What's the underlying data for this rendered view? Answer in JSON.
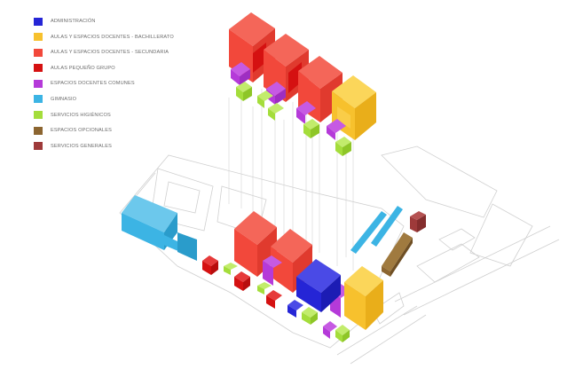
{
  "legend": [
    {
      "label": "ADMINISTRACIÓN",
      "color": "#2525d6"
    },
    {
      "label": "AULAS Y ESPACIOS DOCENTES - BACHILLERATO",
      "color": "#f7c12d"
    },
    {
      "label": "AULAS Y ESPACIOS DOCENTES - SECUNDARIA",
      "color": "#f2483b"
    },
    {
      "label": "AULAS PEQUEÑO GRUPO",
      "color": "#d51111"
    },
    {
      "label": "ESPACIOS DOCENTES COMUNES",
      "color": "#b53ad9"
    },
    {
      "label": "GIMNASIO",
      "color": "#3cb4e4"
    },
    {
      "label": "SERVICIOS HIGIÉNICOS",
      "color": "#a4dd3b"
    },
    {
      "label": "ESPACIOS OPCIONALES",
      "color": "#8c6530"
    },
    {
      "label": "SERVICIOS GENERALES",
      "color": "#9e3a3a"
    }
  ],
  "colors": {
    "administracion": "#2525d6",
    "bachillerato": "#f7c12d",
    "secundaria": "#f2483b",
    "pequeno_grupo": "#d51111",
    "comunes": "#b53ad9",
    "gimnasio": "#3cb4e4",
    "higienicos": "#a4dd3b",
    "opcionales": "#8c6530",
    "generales": "#9e3a3a",
    "site_lines": "#cfcfcf"
  }
}
